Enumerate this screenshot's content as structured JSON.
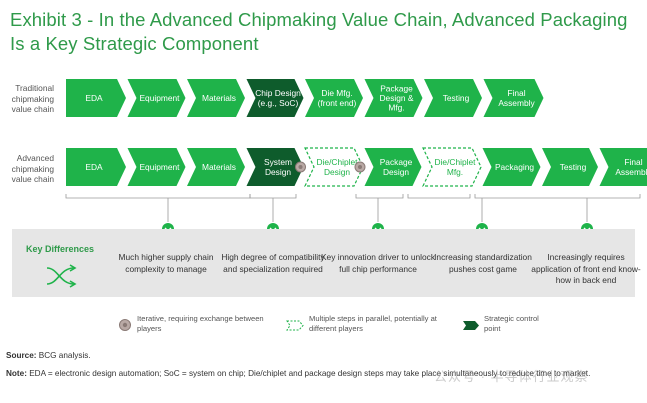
{
  "title": "Exhibit 3 - In the Advanced Chipmaking Value Chain, Advanced Packaging Is a Key Strategic Component",
  "rows": [
    {
      "label": "Traditional chipmaking value chain",
      "steps": [
        {
          "label": "EDA",
          "style": "solid"
        },
        {
          "label": "Equipment",
          "style": "solid"
        },
        {
          "label": "Materials",
          "style": "solid"
        },
        {
          "label": "Chip Design (e.g., SoC)",
          "style": "control"
        },
        {
          "label": "Die Mfg. (front end)",
          "style": "solid"
        },
        {
          "label": "Package Design & Mfg.",
          "style": "solid"
        },
        {
          "label": "Testing",
          "style": "solid"
        },
        {
          "label": "Final Assembly",
          "style": "solid"
        }
      ]
    },
    {
      "label": "Advanced chipmaking value chain",
      "steps": [
        {
          "label": "EDA",
          "style": "solid"
        },
        {
          "label": "Equipment",
          "style": "solid"
        },
        {
          "label": "Materials",
          "style": "solid"
        },
        {
          "label": "System Design",
          "style": "control"
        },
        {
          "label": "Die/Chiplet Design",
          "style": "outline"
        },
        {
          "label": "Package Design",
          "style": "solid"
        },
        {
          "label": "Die/Chiplet Mfg.",
          "style": "outline"
        },
        {
          "label": "Packaging",
          "style": "solid"
        },
        {
          "label": "Testing",
          "style": "solid"
        },
        {
          "label": "Final Assembly",
          "style": "solid"
        }
      ]
    }
  ],
  "key_differences": {
    "title": "Key Differences",
    "items": [
      "Much higher supply chain complexity to manage",
      "High degree of compatibility and specialization required",
      "Key innovation driver to unlock full chip performance",
      "Increasing standardization pushes cost game",
      "Increasingly requires application of front end know-how in back end"
    ]
  },
  "legend": [
    {
      "icon": "iteration-circle",
      "text": "Iterative, requiring exchange between players"
    },
    {
      "icon": "outline-chevron",
      "text": "Multiple steps in parallel, potentially at different players"
    },
    {
      "icon": "dark-chevron",
      "text": "Strategic control point"
    }
  ],
  "source": {
    "label": "Source:",
    "text": "BCG analysis."
  },
  "note": {
    "label": "Note:",
    "text": "EDA = electronic design automation; SoC = system on chip; Die/chiplet and package design steps may take place simultaneously to reduce time to market."
  },
  "watermark": "公众号 · 半导体行业观察",
  "colors": {
    "green": "#1fb34a",
    "dark_green": "#0e5c2c",
    "title_green": "#2f9a4a",
    "grey_box": "#e6e6e6"
  }
}
